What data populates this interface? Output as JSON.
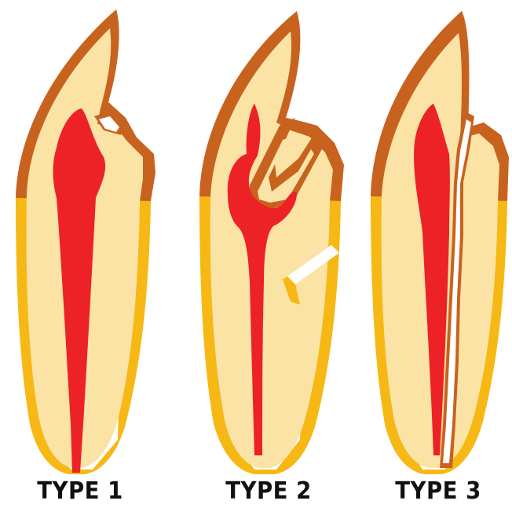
{
  "labels": {
    "type1": "TYPE 1",
    "type2": "TYPE 2",
    "type3": "TYPE 3"
  },
  "colors": {
    "enamel": "#C8621F",
    "dentin": "#FBE3A6",
    "root_outer": "#F6B814",
    "pulp": "#EC2227",
    "crack_fill": "#FFFFFF",
    "background": "#FFFFFF",
    "label_text": "#111111"
  }
}
